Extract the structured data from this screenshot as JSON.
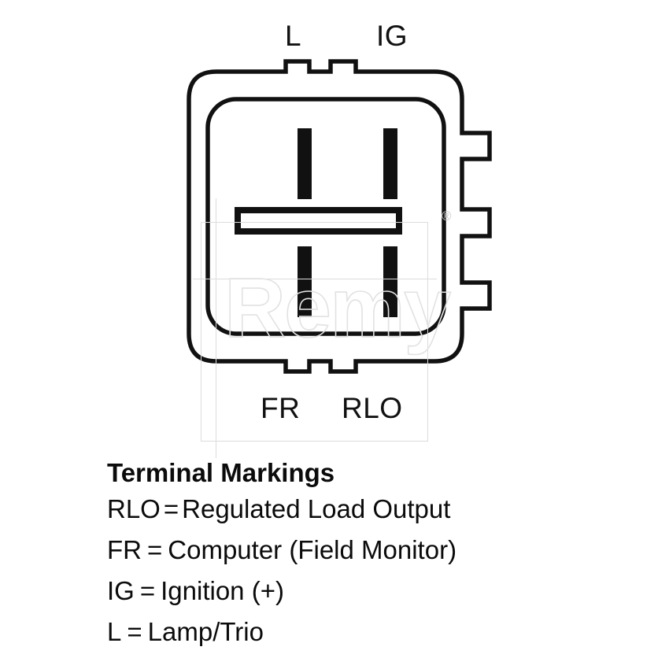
{
  "diagram": {
    "type": "alternator-connector-pinout",
    "title_label": "Terminal Markings",
    "pins": [
      {
        "id": "l",
        "label": "L",
        "position": "top-left"
      },
      {
        "id": "ig",
        "label": "IG",
        "position": "top-right"
      },
      {
        "id": "fr",
        "label": "FR",
        "position": "bottom-left"
      },
      {
        "id": "rlo",
        "label": "RLO",
        "position": "bottom-right"
      }
    ],
    "watermark": {
      "text": "Remy",
      "registered_mark": "®",
      "color": "#e2e2e2"
    },
    "colors": {
      "outline": "#111111",
      "blade": "#111111",
      "background": "#ffffff",
      "watermark": "#e2e2e2",
      "text": "#0b0b0b"
    }
  },
  "legend": {
    "title": "Terminal Markings",
    "rows": [
      {
        "term": "RLO",
        "equals": "=",
        "description": "Regulated  Load Output"
      },
      {
        "term": "FR",
        "equals": "=",
        "description": "Computer (Field Monitor)"
      },
      {
        "term": "IG",
        "equals": "=",
        "description": "Ignition (+)"
      },
      {
        "term": "L",
        "equals": "=",
        "description": "Lamp/Trio"
      }
    ]
  }
}
